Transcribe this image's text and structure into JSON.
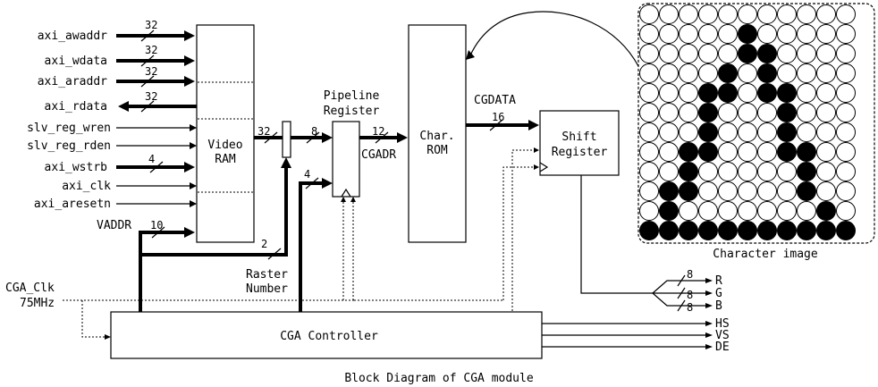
{
  "caption": "Block Diagram of CGA module",
  "inputs": [
    {
      "name": "axi_awaddr",
      "width": "32"
    },
    {
      "name": "axi_wdata",
      "width": "32"
    },
    {
      "name": "axi_araddr",
      "width": "32"
    },
    {
      "name": "axi_rdata",
      "width": "32"
    },
    {
      "name": "slv_reg_wren",
      "width": ""
    },
    {
      "name": "slv_reg_rden",
      "width": ""
    },
    {
      "name": "axi_wstrb",
      "width": "4"
    },
    {
      "name": "axi_clk",
      "width": ""
    },
    {
      "name": "axi_aresetn",
      "width": ""
    }
  ],
  "blocks": {
    "video_ram": {
      "line1": "Video",
      "line2": "RAM"
    },
    "pipeline": {
      "line1": "Pipeline",
      "line2": "Register"
    },
    "char_rom": {
      "line1": "Char.",
      "line2": "ROM"
    },
    "shift": {
      "line1": "Shift",
      "line2": "Register"
    },
    "controller": "CGA Controller"
  },
  "labels": {
    "vaddr": "VADDR",
    "vaddr_width": "10",
    "raster1": "Raster",
    "raster2": "Number",
    "raster_width": "2",
    "ram_out_width": "32",
    "pipe_in_width": "8",
    "pipe_in2_width": "4",
    "cgadr": "CGADR",
    "cgadr_width": "12",
    "cgdata": "CGDATA",
    "cgdata_width": "16",
    "clk1": "CGA_Clk",
    "clk2": "75MHz",
    "char_image": "Character image"
  },
  "outputs_rgb": [
    {
      "name": "R",
      "width": "8"
    },
    {
      "name": "G",
      "width": "8"
    },
    {
      "name": "B",
      "width": "8"
    }
  ],
  "outputs_sync": [
    "HS",
    "VS",
    "DE"
  ],
  "char_grid": {
    "cols": 11,
    "rows": 12,
    "on": [
      [
        1,
        5
      ],
      [
        2,
        5
      ],
      [
        2,
        6
      ],
      [
        3,
        4
      ],
      [
        3,
        6
      ],
      [
        4,
        3
      ],
      [
        4,
        4
      ],
      [
        4,
        6
      ],
      [
        4,
        7
      ],
      [
        5,
        3
      ],
      [
        5,
        7
      ],
      [
        6,
        3
      ],
      [
        6,
        7
      ],
      [
        7,
        2
      ],
      [
        7,
        3
      ],
      [
        7,
        7
      ],
      [
        7,
        8
      ],
      [
        8,
        2
      ],
      [
        8,
        8
      ],
      [
        9,
        1
      ],
      [
        9,
        2
      ],
      [
        9,
        8
      ],
      [
        10,
        1
      ],
      [
        10,
        9
      ],
      [
        11,
        0
      ],
      [
        11,
        1
      ],
      [
        11,
        2
      ],
      [
        11,
        3
      ],
      [
        11,
        4
      ],
      [
        11,
        5
      ],
      [
        11,
        6
      ],
      [
        11,
        7
      ],
      [
        11,
        8
      ],
      [
        11,
        9
      ],
      [
        11,
        10
      ]
    ]
  }
}
